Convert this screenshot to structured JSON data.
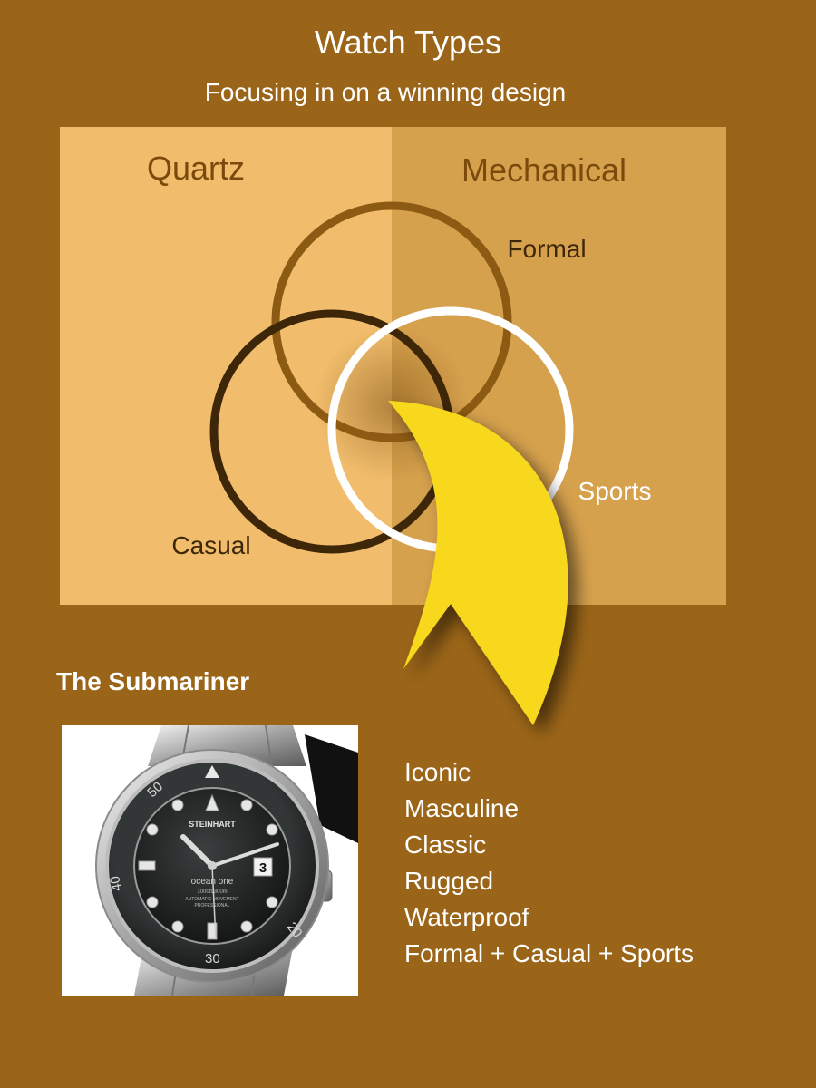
{
  "title": "Watch Types",
  "subtitle": "Focusing in on a winning design",
  "panels": {
    "left": {
      "label": "Quartz",
      "color": "#f1bd6c"
    },
    "right": {
      "label": "Mechanical",
      "color": "#d6a14d"
    }
  },
  "circles": [
    {
      "label": "Formal",
      "color": "#8c5a12"
    },
    {
      "label": "Casual",
      "color": "#3e2608"
    },
    {
      "label": "Sports",
      "color": "#ffffff"
    }
  ],
  "arrow_color": "#f7d81c",
  "section_heading": "The Submariner",
  "watch": {
    "brand": "STEINHART",
    "model": "ocean one",
    "spec": "1000ft/300m",
    "movement": "AUTOMATIC MOVEMENT",
    "grade": "PROFESSIONAL",
    "date": "3",
    "bezel_numbers": [
      "50",
      "40",
      "30",
      "20"
    ]
  },
  "features": [
    "Iconic",
    "Masculine",
    "Classic",
    "Rugged",
    "Waterproof",
    "Formal + Casual + Sports"
  ]
}
